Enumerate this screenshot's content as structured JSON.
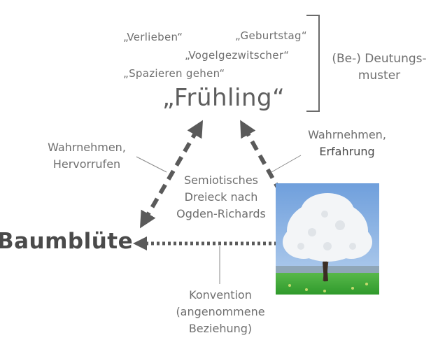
{
  "associations": {
    "verlieben": "„Verlieben“",
    "geburtstag": "„Geburtstag“",
    "vogelgezwitscher": "„Vogelgezwitscher“",
    "spazieren": "„Spazieren gehen“"
  },
  "deutungsmuster": [
    "(Be-) Deutungs-",
    "muster"
  ],
  "concept": "„Frühling“",
  "left_label": [
    "Wahrnehmen,",
    "Hervorrufen"
  ],
  "right_label": [
    "Wahrnehmen,",
    "Erfahrung"
  ],
  "center_label": [
    "Semiotisches",
    "Dreieck nach",
    "Ogden-Richards"
  ],
  "symbol": "Baumblüte",
  "bottom_label": [
    "Konvention",
    "(angenommene",
    "Beziehung)"
  ],
  "colors": {
    "arrow": "#5a5a5a",
    "text": "#6f6f6f",
    "sky": "#8fb6e6",
    "grass": "#3fa83a",
    "blossom": "#f4f6f8"
  }
}
